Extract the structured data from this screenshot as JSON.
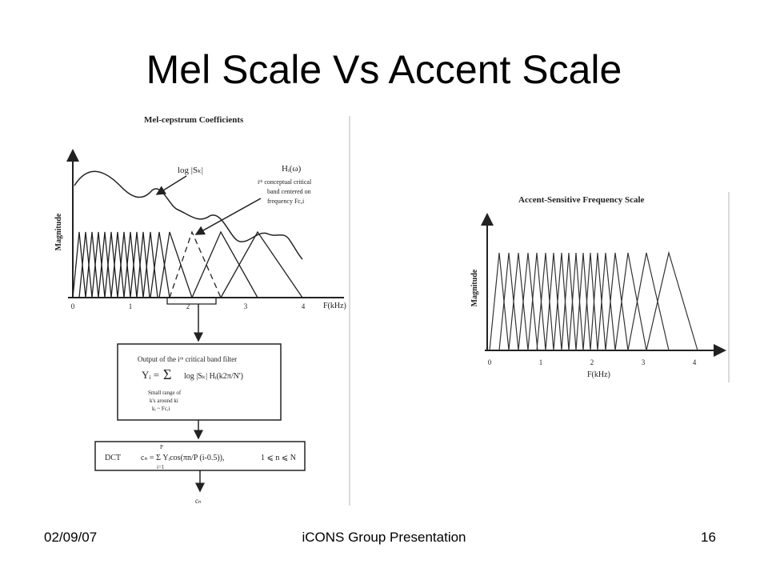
{
  "slide": {
    "title": "Mel Scale Vs Accent Scale",
    "footer_date": "02/09/07",
    "footer_center": "iCONS Group Presentation",
    "page_number": "16"
  },
  "mel_figure": {
    "title": "Mel-cepstrum Coefficients",
    "ylabel": "Magnitude",
    "xlabel": "F(kHz)",
    "ticks": [
      "0",
      "1",
      "2",
      "3",
      "4"
    ],
    "log_label": "log |Sₖ|",
    "h_label": "Hᵢ(ω)",
    "band_line1": "iᵗʰ conceptual critical",
    "band_line2": "band centered on",
    "band_line3": "frequency Fc,i",
    "box1_title": "Output of the iᵗʰ critical band filter",
    "box1_lhs": "Yᵢ =",
    "box1_sum": "Σ",
    "box1_rhs": "log |Sₖ| Hᵢ(k2π/N')",
    "box1_note1": "Small range of",
    "box1_note2": "k's around ki",
    "box1_note3": "kᵢ ~ Fc,i",
    "dct_label": "DCT",
    "dct_formula": "cₙ = Σ Yᵢcos(πn/P (i-0.5)),",
    "dct_range": "1 ⩽ n ⩽ N",
    "sum_top": "P",
    "sum_bottom": "i=1",
    "output_label": "cₙ"
  },
  "accent_figure": {
    "title": "Accent-Sensitive Frequency Scale",
    "ylabel": "Magnitude",
    "xlabel": "F(kHz)",
    "ticks": [
      "0",
      "1",
      "2",
      "3",
      "4"
    ]
  }
}
